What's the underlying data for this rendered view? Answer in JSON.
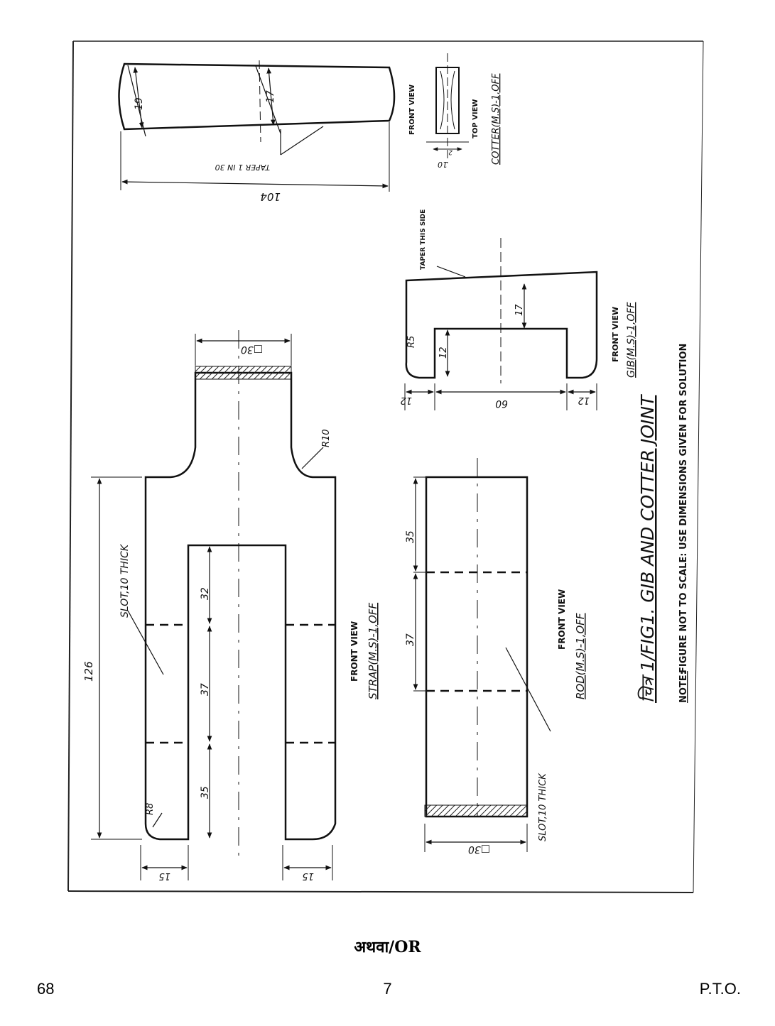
{
  "drawing": {
    "figure_title": "चित्र 1/FIG1. GIB AND COTTER JOINT",
    "note_label": "NOTE:",
    "note_text": "FIGURE NOT TO SCALE: USE DIMENSIONS GIVEN FOR SOLUTION",
    "cotter": {
      "view": "FRONT VIEW",
      "top_view": "TOP VIEW",
      "name": "COTTER(M.S)-1,OFF",
      "taper": "TAPER 1 IN 30",
      "dims": {
        "length": "104",
        "left_width": "19",
        "right_width": "17",
        "thickness": "10",
        "small": "2"
      }
    },
    "gib": {
      "view": "FRONT VIEW",
      "name": "GIB(M.S)-1,OFF",
      "taper_note": "TAPER THIS SIDE",
      "dims": {
        "radius": "R5",
        "depth": "12",
        "height": "17",
        "left": "12",
        "middle": "60",
        "right": "12"
      }
    },
    "strap": {
      "view": "FRONT VIEW",
      "name": "STRAP(M.S)-1,OFF",
      "slot": "SLOT,10 THICK",
      "dims": {
        "overall": "126",
        "d1": "32",
        "d2": "37",
        "d3": "35",
        "radius_large": "R10",
        "radius_small": "R8",
        "square": "□30",
        "leg_left": "15",
        "leg_right": "15"
      }
    },
    "rod": {
      "view": "FRONT VIEW",
      "name": "ROD(M.S)-1,OFF",
      "slot": "SLOT,10 THICK",
      "dims": {
        "d1": "35",
        "d2": "37",
        "square": "□30"
      }
    }
  },
  "footer": {
    "or_text": "अथवा/OR",
    "page_code": "68",
    "page_number": "7",
    "pto": "P.T.O."
  }
}
